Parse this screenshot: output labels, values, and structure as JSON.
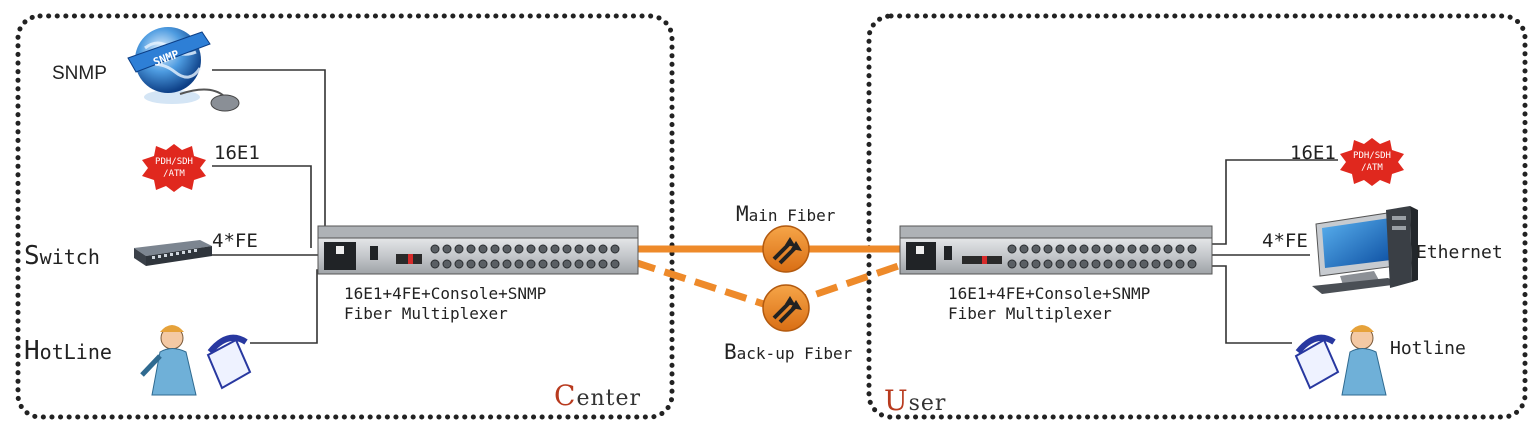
{
  "center": {
    "zone_label_first": "C",
    "zone_label_rest": "enter",
    "snmp_label": "SNMP",
    "snmp_globe_text": "SNMP",
    "e1_label": "16E1",
    "badge_line1": "PDH/SDH",
    "badge_line2": "/ATM",
    "switch_label_first": "S",
    "switch_label_rest": "witch",
    "fe_label": "4*FE",
    "hotline_label_first": "H",
    "hotline_label_rest": "otLine",
    "device_caption_line1": "16E1+4FE+Console+SNMP",
    "device_caption_line2": "Fiber  Multiplexer"
  },
  "user": {
    "zone_label_first": "U",
    "zone_label_rest": "ser",
    "e1_label": "16E1",
    "badge_line1": "PDH/SDH",
    "badge_line2": "/ATM",
    "fe_label": "4*FE",
    "ethernet_label": "Ethernet",
    "hotline_label": "Hotline",
    "device_caption_line1": "16E1+4FE+Console+SNMP",
    "device_caption_line2": "Fiber  Multiplexer"
  },
  "links": {
    "main_fiber_first": "M",
    "main_fiber_rest": "ain Fiber",
    "backup_fiber_first": "B",
    "backup_fiber_rest": "ack-up Fiber"
  },
  "colors": {
    "fiber": "#ee8a2a",
    "badge": "#e0281e",
    "zone_accent": "#b83a1e",
    "border": "#222222",
    "device": "#cdd0d3"
  }
}
